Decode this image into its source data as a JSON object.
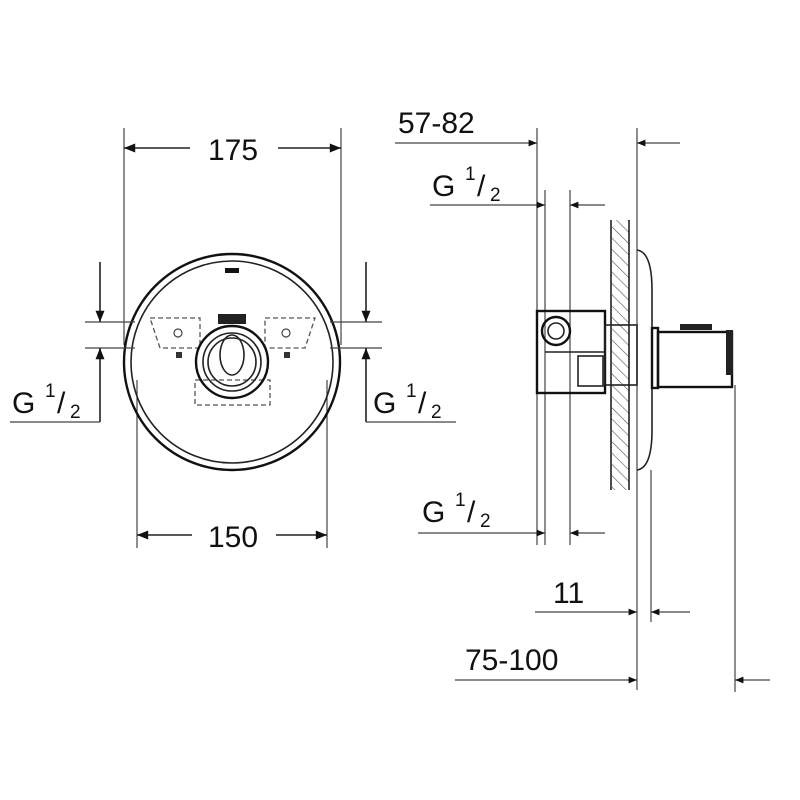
{
  "drawing": {
    "front_view": {
      "width_outer": "175",
      "width_inner": "150",
      "left_connection": {
        "prefix": "G",
        "num": "1",
        "den": "2"
      },
      "right_connection": {
        "prefix": "G",
        "num": "1",
        "den": "2"
      }
    },
    "side_view": {
      "depth_range": "57-82",
      "top_connection": {
        "prefix": "G",
        "num": "1",
        "den": "2"
      },
      "bottom_connection": {
        "prefix": "G",
        "num": "1",
        "den": "2"
      },
      "plate_thickness": "11",
      "projection_range": "75-100"
    }
  }
}
